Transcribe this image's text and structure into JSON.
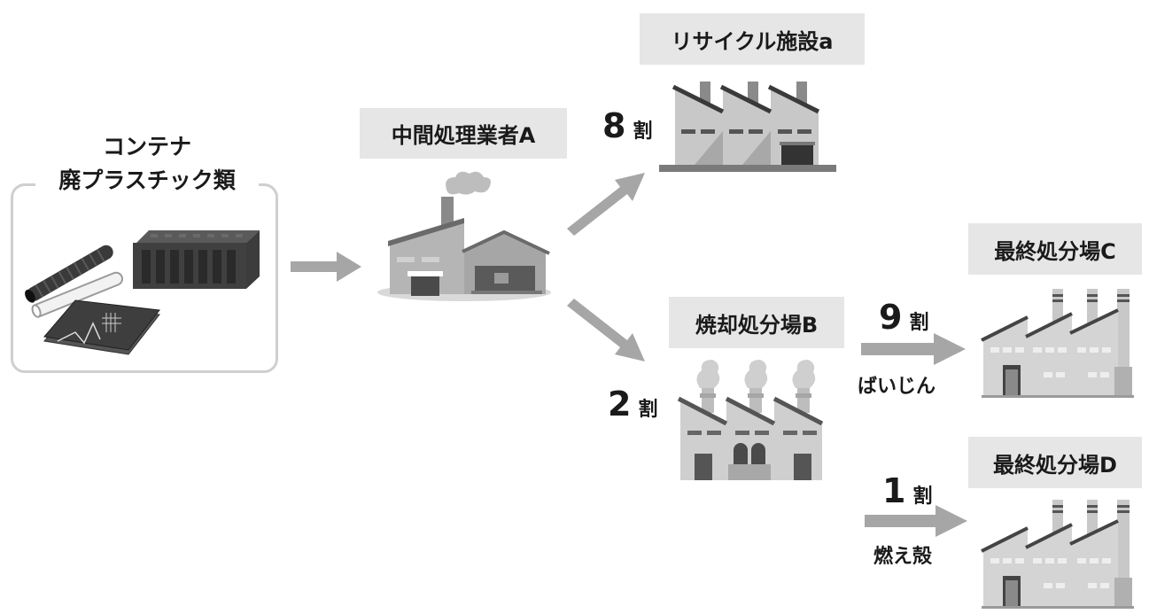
{
  "source": {
    "title_line1": "コンテナ",
    "title_line2": "廃プラスチック類",
    "items": [
      "plastic-tube-icon",
      "container-icon",
      "plastic-sheet-icon"
    ]
  },
  "nodes": {
    "intermediate": {
      "label": "中間処理業者A",
      "icon": "factory-icon"
    },
    "recycle": {
      "label": "リサイクル施設a",
      "icon": "factory-icon"
    },
    "incineration": {
      "label": "焼却処分場B",
      "icon": "incinerator-icon"
    },
    "final_c": {
      "label": "最終処分場C",
      "icon": "factory-icon"
    },
    "final_d": {
      "label": "最終処分場D",
      "icon": "factory-icon"
    }
  },
  "flows": {
    "to_recycle": {
      "num": "8",
      "unit": "割"
    },
    "to_incineration": {
      "num": "2",
      "unit": "割"
    },
    "to_final_c": {
      "num": "9",
      "unit": "割",
      "material": "ばいじん"
    },
    "to_final_d": {
      "num": "1",
      "unit": "割",
      "material": "燃え殻"
    }
  },
  "colors": {
    "arrow": "#a6a6a6",
    "label_bg": "#e6e6e6",
    "box_border": "#cfcfcf"
  }
}
